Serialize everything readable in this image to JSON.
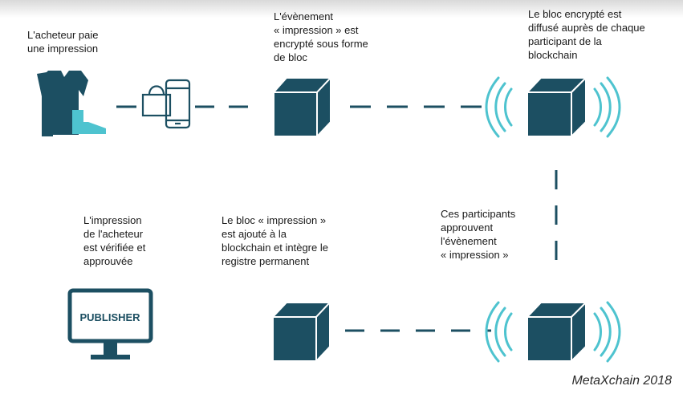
{
  "colors": {
    "dark": "#1c4f62",
    "light": "#4ec3cf",
    "dash": "#1c4f62"
  },
  "icons": [
    "clothing-icon",
    "shopping-bag-icon",
    "smartphone-icon",
    "block-cube-icon",
    "broadcast-waves-icon",
    "monitor-icon"
  ],
  "steps": [
    {
      "lines": [
        "L'acheteur paie",
        "une impression"
      ]
    },
    {
      "lines": [
        "L'évènement",
        "« impression » est",
        "encrypté sous forme",
        "de bloc"
      ]
    },
    {
      "lines": [
        "Le bloc encrypté est",
        "diffusé auprès de chaque",
        "participant de la",
        "blockchain"
      ]
    },
    {
      "lines": [
        "Ces participants",
        "approuvent",
        "l'évènement",
        "« impression »"
      ]
    },
    {
      "lines": [
        "Le bloc « impression »",
        "est ajouté à la",
        "blockchain et intègre le",
        "registre permanent"
      ]
    },
    {
      "lines": [
        "L'impression",
        "de l'acheteur",
        "est vérifiée et",
        "approuvée"
      ]
    }
  ],
  "publisher_label": "PUBLISHER",
  "credit": "MetaXchain 2018"
}
